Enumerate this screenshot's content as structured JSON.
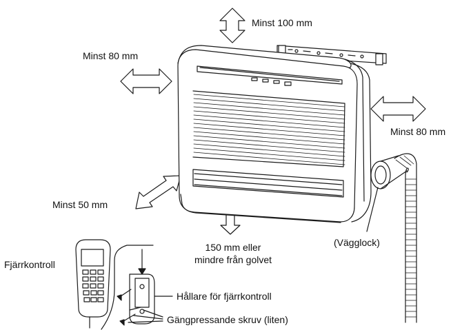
{
  "labels": {
    "top_clearance": "Minst 100 mm",
    "left_clearance": "Minst 80 mm",
    "right_clearance": "Minst 80 mm",
    "lower_left_clearance": "Minst 50 mm",
    "floor_clearance_line1": "150 mm eller",
    "floor_clearance_line2": "mindre från golvet",
    "wall_cap": "(Vägglock)",
    "remote_control": "Fjärrkontroll",
    "remote_holder": "Hållare för fjärrkontroll",
    "tapping_screw": "Gängpressande skruv (liten)"
  },
  "colors": {
    "stroke": "#1a1a1a",
    "text": "#111111",
    "background": "#ffffff"
  },
  "icons": {
    "clearance_arrow": "double-arrow-icon",
    "screw": "screw-icon"
  }
}
